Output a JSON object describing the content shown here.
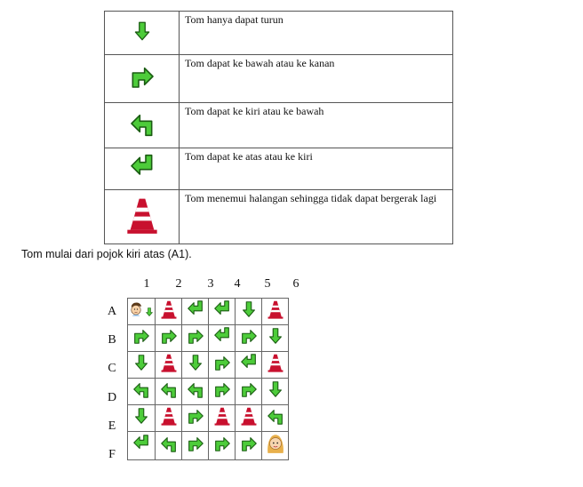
{
  "legend": [
    {
      "icon": "arrow-down",
      "text": "Tom hanya dapat turun"
    },
    {
      "icon": "arrow-down-right",
      "text": "Tom dapat ke bawah atau ke kanan"
    },
    {
      "icon": "arrow-left-down",
      "text": "Tom dapat ke kiri atau ke bawah"
    },
    {
      "icon": "arrow-up-left",
      "text": "Tom dapat ke atas atau ke kiri"
    },
    {
      "icon": "traffic-cone",
      "text": "Tom menemui halangan sehingga tidak dapat bergerak lagi"
    }
  ],
  "intro": "Tom mulai dari pojok kiri atas (A1).",
  "columns": [
    "1",
    "2",
    "3",
    "4",
    "5",
    "6"
  ],
  "rows": [
    "A",
    "B",
    "C",
    "D",
    "E",
    "F"
  ],
  "grid": [
    [
      "tom-face",
      "arrow-down",
      "traffic-cone",
      "arrow-up-left",
      "arrow-up-left",
      "arrow-down",
      "traffic-cone"
    ],
    [
      "arrow-down-right",
      "arrow-down-right",
      "arrow-down-right",
      "arrow-up-left",
      "arrow-down-right",
      "arrow-down"
    ],
    [
      "arrow-down",
      "traffic-cone",
      "arrow-down",
      "arrow-down-right",
      "arrow-up-left",
      "traffic-cone"
    ],
    [
      "arrow-left-down",
      "arrow-left-down",
      "arrow-left-down",
      "arrow-down-right",
      "arrow-down-right",
      "arrow-down"
    ],
    [
      "arrow-down",
      "traffic-cone",
      "arrow-down-right",
      "traffic-cone",
      "traffic-cone",
      "arrow-left-down"
    ],
    [
      "arrow-up-left",
      "arrow-left-down",
      "arrow-down-right",
      "arrow-down-right",
      "arrow-down-right",
      "girl-face"
    ]
  ],
  "colors": {
    "arrow": "#4dcc3a",
    "arrow_stroke": "#1a5c12",
    "cone": "#c8102e"
  }
}
